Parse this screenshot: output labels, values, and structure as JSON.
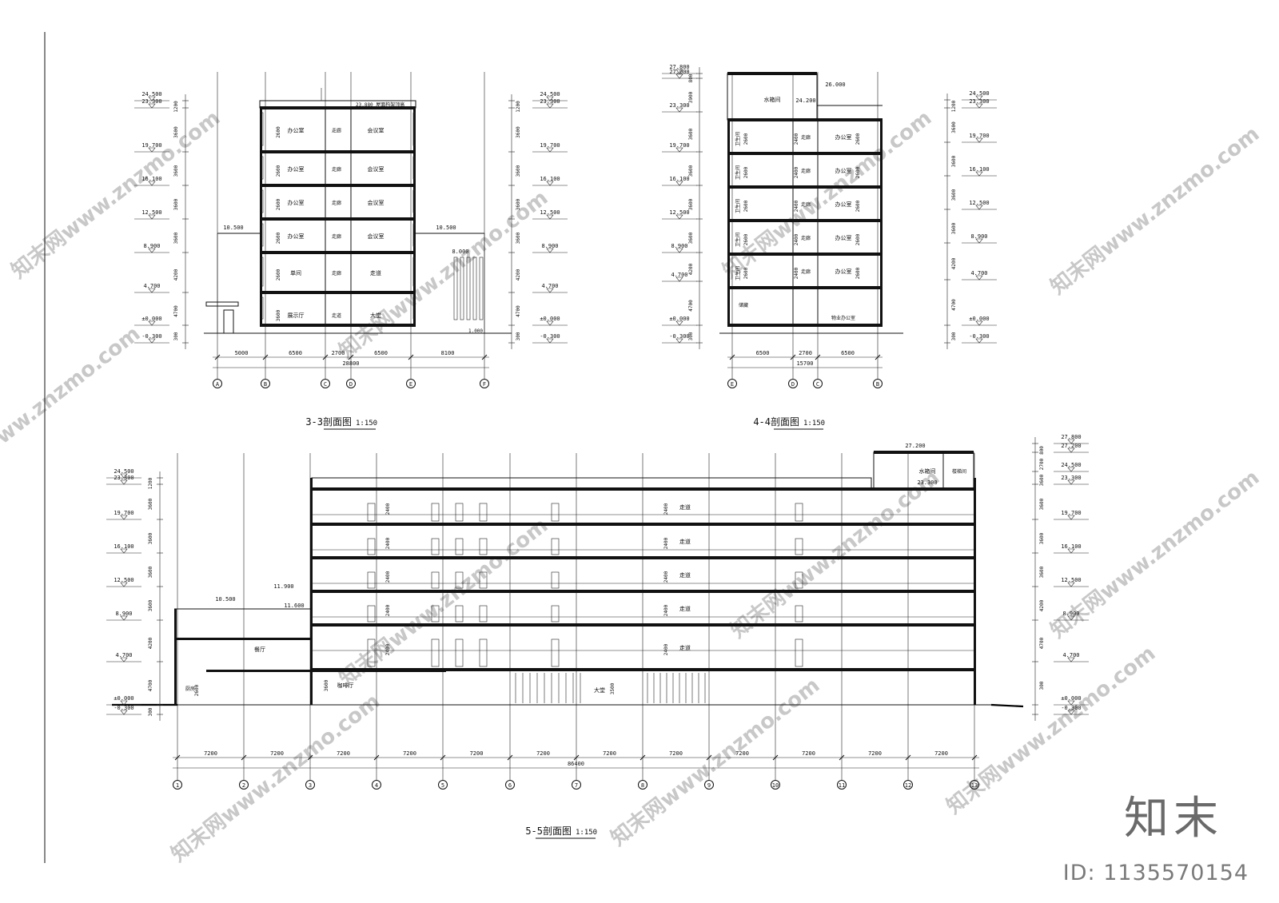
{
  "titles": {
    "s33": "3-3剖面图",
    "s44": "4-4剖面图",
    "s55": "5-5剖面图",
    "scale": "1:150"
  },
  "watermark": "知末网www.znzmo.com",
  "brand": "知末",
  "id_label": "ID: 1135570154",
  "s33": {
    "axes": [
      "A",
      "B",
      "C",
      "D",
      "E",
      "F"
    ],
    "spans": [
      "5000",
      "6500",
      "2700",
      "6500",
      "8100"
    ],
    "total": "28800",
    "levels": [
      "24.500",
      "23.300",
      "19.700",
      "16.100",
      "12.500",
      "8.900",
      "4.700",
      "±0.000",
      "-0.300"
    ],
    "heights": [
      "1200",
      "3600",
      "3600",
      "3600",
      "3600",
      "4200",
      "4700",
      "300"
    ],
    "rooms": [
      "办公室",
      "走廊",
      "会议室",
      "单间",
      "展示厅",
      "大堂",
      "走道"
    ],
    "tags": [
      "23.880 屋面构架顶高",
      "10.500",
      "10.500",
      "8.000",
      "1.000",
      "2600",
      "3600"
    ]
  },
  "s44": {
    "axes": [
      "E",
      "D",
      "C",
      "B"
    ],
    "spans": [
      "6500",
      "2700",
      "6500"
    ],
    "total": "15700",
    "levels": [
      "27.800",
      "27.000",
      "23.300",
      "19.700",
      "16.100",
      "12.500",
      "8.900",
      "4.700",
      "±0.000",
      "-0.300"
    ],
    "heights": [
      "800",
      "3900",
      "3600",
      "3600",
      "3600",
      "3600",
      "4200",
      "4700",
      "300"
    ],
    "rooms": [
      "水箱间",
      "卫生间",
      "走廊",
      "办公室",
      "储藏",
      "物业办公室"
    ],
    "tags": [
      "26.000",
      "24.200",
      "2400",
      "2600"
    ]
  },
  "s55": {
    "axes": [
      "1",
      "2",
      "3",
      "4",
      "5",
      "6",
      "7",
      "8",
      "9",
      "10",
      "11",
      "12",
      "13"
    ],
    "spans": [
      "7200",
      "7200",
      "7200",
      "7200",
      "7200",
      "7200",
      "7200",
      "7200",
      "7200",
      "7200",
      "7200",
      "7200"
    ],
    "total": "86400",
    "levels_left": [
      "24.500",
      "23.300",
      "19.700",
      "16.100",
      "12.500",
      "8.900",
      "4.700",
      "±0.000",
      "-0.300"
    ],
    "levels_right": [
      "27.800",
      "27.200",
      "24.500",
      "23.300",
      "19.700",
      "16.100",
      "12.500",
      "8.900",
      "4.700",
      "±0.000",
      "-0.300"
    ],
    "heights_left": [
      "1200",
      "3600",
      "3600",
      "3600",
      "3600",
      "4200",
      "4700",
      "300"
    ],
    "heights_right": [
      "800",
      "2700",
      "3600",
      "3600",
      "3600",
      "3600",
      "4200",
      "4700",
      "300"
    ],
    "rooms": [
      "水箱间",
      "楼梯间",
      "走道",
      "餐厅",
      "咖啡厅",
      "大堂",
      "厨房"
    ],
    "tags": [
      "27.200",
      "23.300",
      "11.900",
      "11.600",
      "10.500",
      "2400",
      "3600",
      "3500",
      "2600"
    ]
  }
}
